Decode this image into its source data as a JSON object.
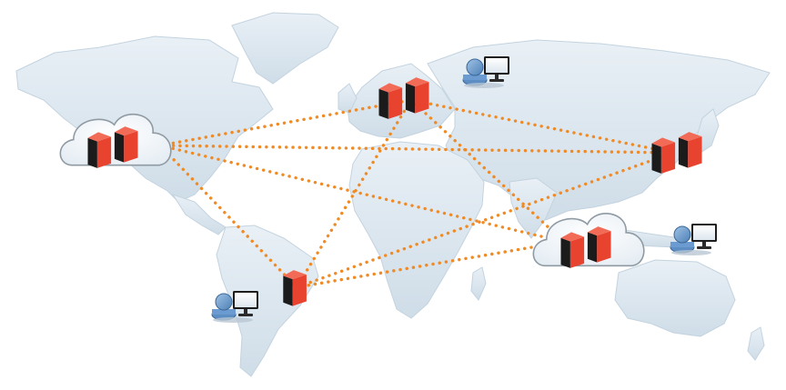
{
  "diagram": {
    "map": {
      "land_color": "#d9e5ee",
      "land_highlight": "#e6eef4",
      "land_shadow": "#c3d3df"
    },
    "link_color": "#f08a24",
    "server_colors": {
      "red": "#e8432f",
      "red_top": "#f26b57",
      "dark": "#1b1b1b",
      "dark_top": "#444444"
    },
    "nodes": [
      {
        "id": "north-america-cloud",
        "kind": "cloud-datacenter",
        "icon": "cloud-icon",
        "servers": 2
      },
      {
        "id": "europe",
        "kind": "datacenter",
        "icon": "server-icon",
        "servers": 2
      },
      {
        "id": "east-asia",
        "kind": "datacenter",
        "icon": "server-icon",
        "servers": 2
      },
      {
        "id": "southeast-asia-cloud",
        "kind": "cloud-datacenter",
        "icon": "cloud-icon",
        "servers": 2
      },
      {
        "id": "south-america",
        "kind": "datacenter",
        "icon": "server-icon",
        "servers": 1
      }
    ],
    "users": [
      {
        "id": "user-russia",
        "icon": "user-workstation-icon"
      },
      {
        "id": "user-australia",
        "icon": "user-workstation-icon"
      },
      {
        "id": "user-south-america",
        "icon": "user-workstation-icon"
      }
    ],
    "links": [
      [
        "north-america-cloud",
        "europe"
      ],
      [
        "north-america-cloud",
        "east-asia"
      ],
      [
        "north-america-cloud",
        "southeast-asia-cloud"
      ],
      [
        "north-america-cloud",
        "south-america"
      ],
      [
        "europe",
        "east-asia"
      ],
      [
        "europe",
        "southeast-asia-cloud"
      ],
      [
        "europe",
        "south-america"
      ],
      [
        "east-asia",
        "south-america"
      ],
      [
        "southeast-asia-cloud",
        "south-america"
      ]
    ]
  }
}
